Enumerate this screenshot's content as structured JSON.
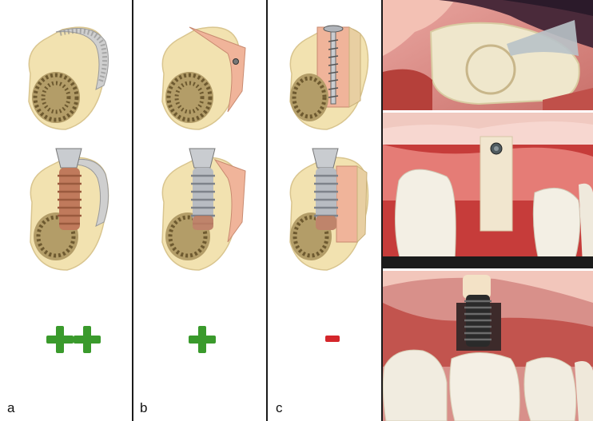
{
  "panels": [
    {
      "letter": "a",
      "rating": "++"
    },
    {
      "letter": "b",
      "rating": "+"
    },
    {
      "letter": "c",
      "rating": "-"
    }
  ],
  "colors": {
    "bone": "#f2e2b0",
    "bone_edge": "#d9c58f",
    "spongy": "#9b8453",
    "graft_pink": "#f0b49a",
    "implant_metal": "#c9ccd0",
    "implant_copper": "#c07a5c",
    "plus_green": "#3a9a2c",
    "minus_red": "#d4262b",
    "divider": "#1a1a1a"
  },
  "icons": [
    "bone-block-illustration",
    "implant-illustration",
    "bone-graft-photo",
    "screw-fixation-photo",
    "implant-photo"
  ]
}
